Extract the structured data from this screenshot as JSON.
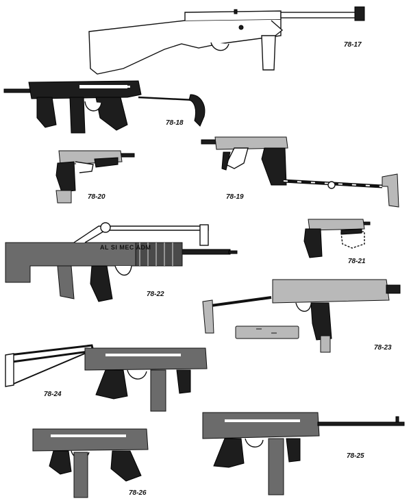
{
  "figures": [
    {
      "id": "78-17",
      "label": "78-17"
    },
    {
      "id": "78-18",
      "label": "78-18"
    },
    {
      "id": "78-19",
      "label": "78-19"
    },
    {
      "id": "78-20",
      "label": "78-20"
    },
    {
      "id": "78-21",
      "label": "78-21"
    },
    {
      "id": "78-22",
      "label": "78-22",
      "receiver_marking": "AL SI MEC ADM"
    },
    {
      "id": "78-23",
      "label": "78-23"
    },
    {
      "id": "78-24",
      "label": "78-24"
    },
    {
      "id": "78-25",
      "label": "78-25"
    },
    {
      "id": "78-26",
      "label": "78-26"
    }
  ]
}
